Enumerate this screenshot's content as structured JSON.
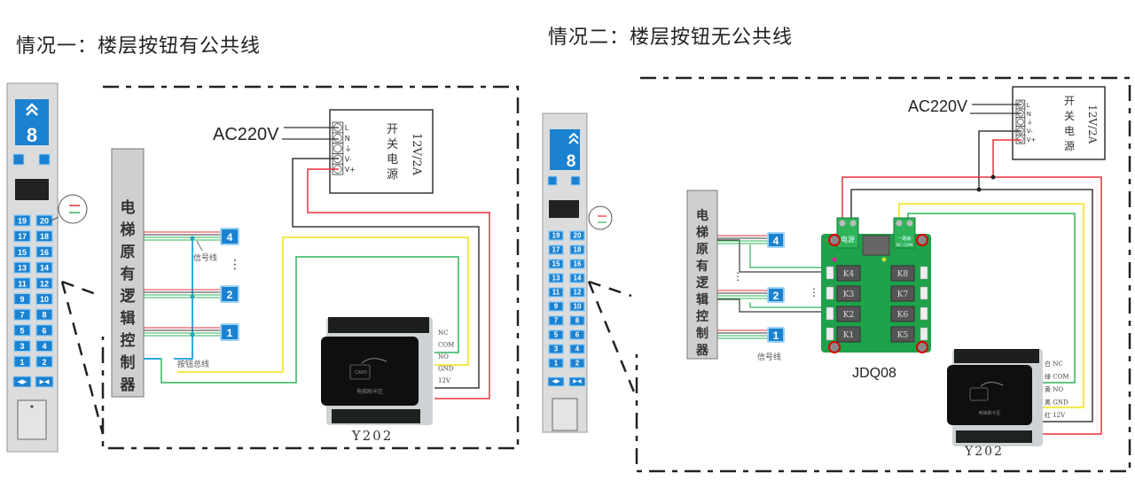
{
  "titles": {
    "case1": "情况一：楼层按钮有公共线",
    "case2": "情况二：楼层按钮无公共线"
  },
  "panel": {
    "display_floor": "8",
    "display_arrow": "up-double-chevron-icon",
    "buttons": [
      [
        "19",
        "20"
      ],
      [
        "17",
        "18"
      ],
      [
        "15",
        "16"
      ],
      [
        "13",
        "14"
      ],
      [
        "11",
        "12"
      ],
      [
        "9",
        "10"
      ],
      [
        "7",
        "8"
      ],
      [
        "5",
        "6"
      ],
      [
        "3",
        "4"
      ],
      [
        "1",
        "2"
      ]
    ],
    "door_buttons": [
      "door-open-icon",
      "door-close-icon"
    ],
    "top_icons": [
      "bell-icon",
      "phone-icon"
    ]
  },
  "power_supply": {
    "input_label": "AC220V",
    "rating": "12V/2A",
    "name": "开关电源",
    "terminals": [
      "L",
      "N",
      "⏚",
      "V-",
      "V+"
    ]
  },
  "controller": {
    "label": "电梯原有逻辑控制器"
  },
  "floor_buttons": [
    "4",
    "2",
    "1"
  ],
  "labels": {
    "signal_line": "信号线",
    "button_bus": "按钮总线",
    "ellipsis": "⋮"
  },
  "reader": {
    "model": "Y202",
    "face_text": "电梯刷卡区",
    "card_text": "CARD",
    "terminals_case1": [
      "NC",
      "COM",
      "NO",
      "GND",
      "12V"
    ],
    "terminals_case2": [
      {
        "color": "白",
        "name": "NC"
      },
      {
        "color": "绿",
        "name": "COM"
      },
      {
        "color": "黄",
        "name": "NO"
      },
      {
        "color": "黑",
        "name": "GND"
      },
      {
        "color": "红",
        "name": "12V"
      }
    ]
  },
  "relay_board": {
    "model": "JDQ08",
    "power_label": "电源",
    "power_pins": "+ -",
    "input_label": "一路输",
    "input_pins": "NC COM",
    "relays_left": [
      "K4",
      "K3",
      "K2",
      "K1"
    ],
    "relays_right": [
      "K8",
      "K7",
      "K6",
      "K5"
    ]
  },
  "colors": {
    "wire_red": "#e8323c",
    "wire_black": "#3a3a3a",
    "wire_yellow": "#f5e633",
    "wire_green": "#2fb35a",
    "wire_blue": "#1aa0e6",
    "button_blue": "#1b82d1",
    "board_green": "#1ea24a",
    "panel_gray": "#dcdcdc"
  }
}
